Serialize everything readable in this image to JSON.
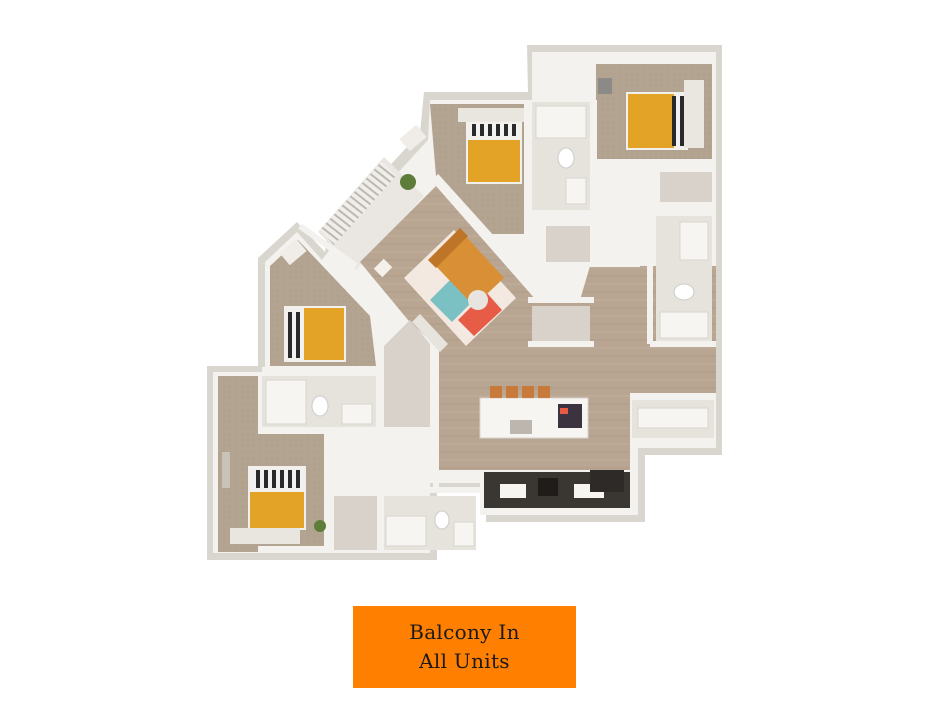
{
  "floorplan": {
    "rooms": [
      "bedroom",
      "bedroom",
      "bedroom",
      "bedroom",
      "bathroom",
      "bathroom",
      "bathroom",
      "bathroom",
      "living-room",
      "kitchen",
      "balcony"
    ],
    "colors": {
      "wall": "#f4f2ee",
      "wall_shadow": "#d9d5cf",
      "carpet": "#b5a594",
      "wood_floor": "#b9a692",
      "tile": "#e6e2dc",
      "bedding": "#e3a326",
      "sofa": "#d98f35",
      "counter": "#3a3632",
      "island": "#f7f5f2"
    }
  },
  "banner": {
    "line1": "Balcony In",
    "line2": "All Units",
    "background": "#ff7f00"
  }
}
